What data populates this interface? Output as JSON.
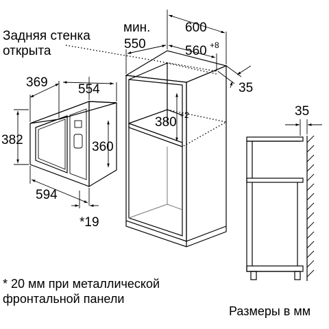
{
  "rear_wall_note": [
    "Задняя стенка",
    "открыта"
  ],
  "min_label": "мин.",
  "dims": {
    "d600": "600",
    "d550": "550",
    "d560": "560",
    "d560_tol": "+8",
    "d35_right": "35",
    "d369": "369",
    "d554": "554",
    "d382": "382",
    "d360": "360",
    "d380": "380",
    "d380_tol": "+2",
    "d594": "594",
    "d19": "*19",
    "d35_side": "35"
  },
  "footnote": [
    "* 20 мм при металлической",
    "фронтальной панели"
  ],
  "units_note": "Размеры в мм"
}
